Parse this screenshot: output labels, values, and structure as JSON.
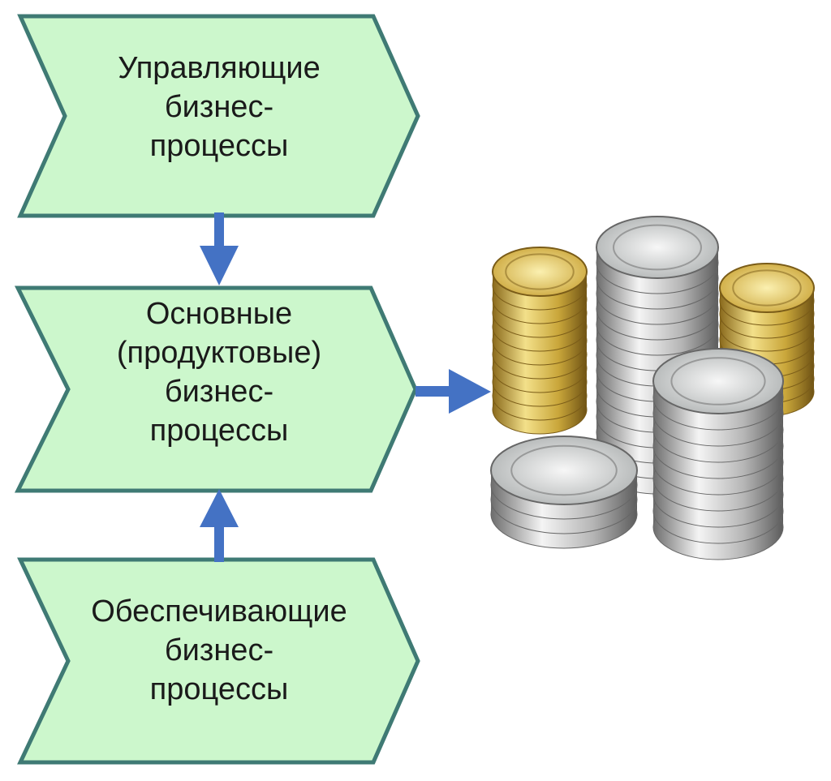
{
  "diagram": {
    "boxes": [
      {
        "lines": [
          "Управляющие",
          "бизнес-",
          "процессы"
        ]
      },
      {
        "lines": [
          "Основные",
          "(продуктовые)",
          "бизнес-",
          "процессы"
        ]
      },
      {
        "lines": [
          "Обеспечивающие",
          "бизнес-",
          "процессы"
        ]
      }
    ],
    "colors": {
      "box_fill": "#ccf7cc",
      "box_stroke": "#3f7a74",
      "arrow": "#4472c4"
    }
  }
}
